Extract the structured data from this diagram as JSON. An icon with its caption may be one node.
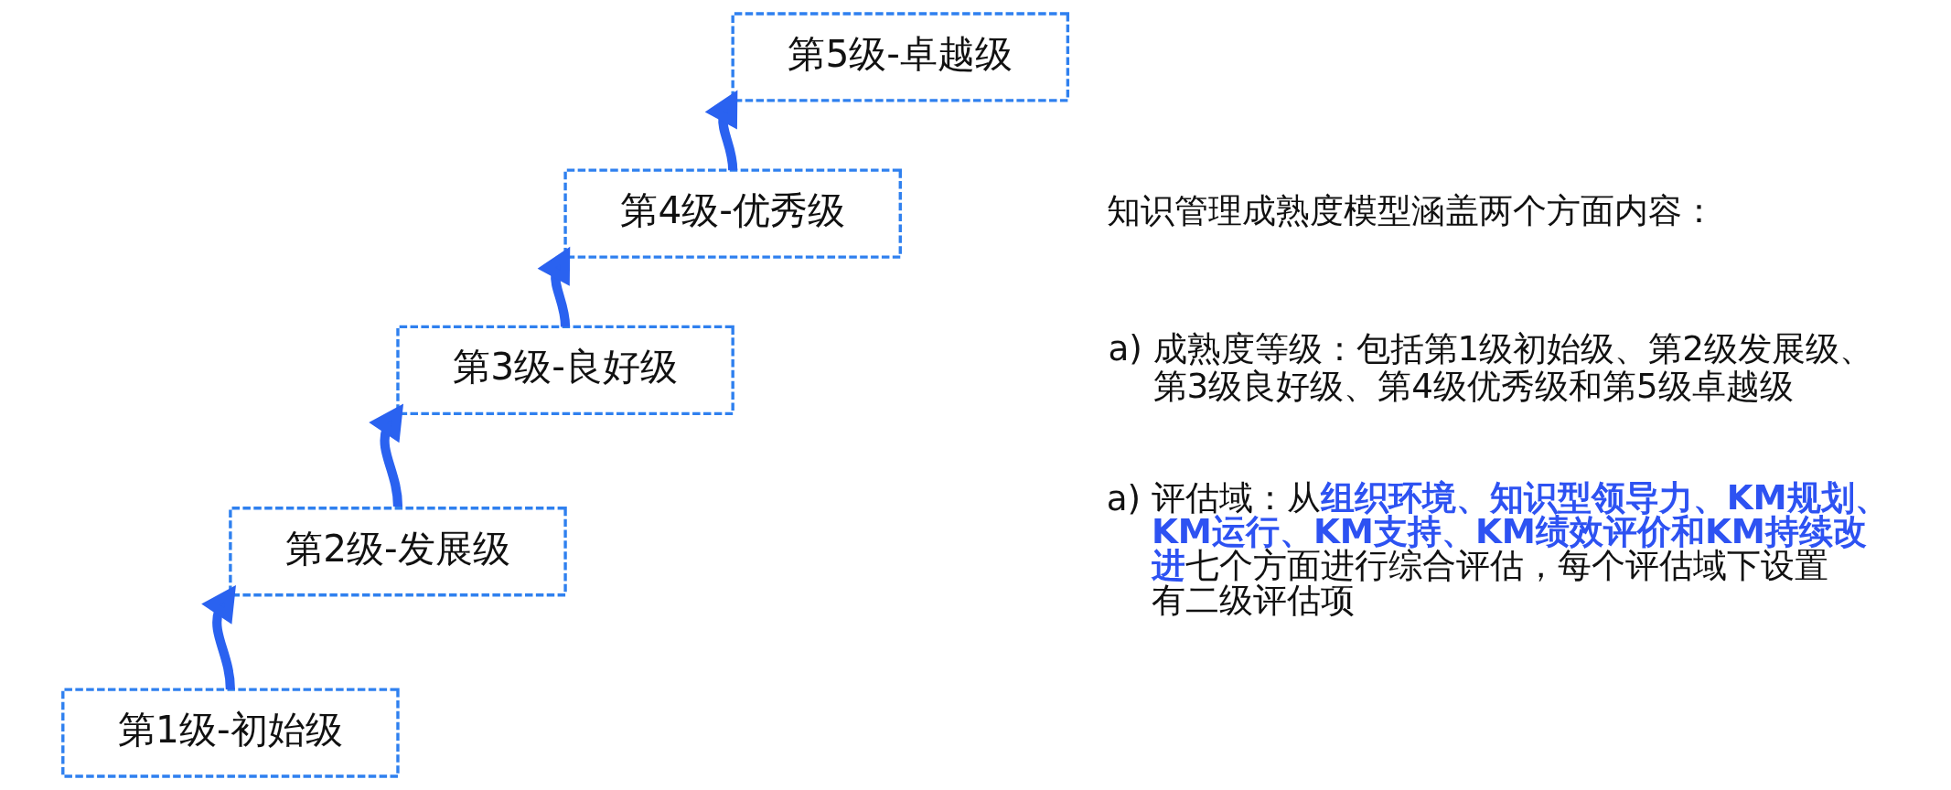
{
  "diagram": {
    "nodes": [
      {
        "text": [
          "第1级-初始级"
        ]
      },
      {
        "text": [
          "第2级-发展级"
        ]
      },
      {
        "text": [
          "第3级-良好级"
        ]
      },
      {
        "text": [
          "第4级-优秀级"
        ]
      },
      {
        "text": [
          "第5级-卓越级"
        ]
      }
    ],
    "edges": [
      {
        "from": 0,
        "to": 1,
        "arrow": "to"
      },
      {
        "from": 1,
        "to": 2,
        "arrow": "to"
      },
      {
        "from": 2,
        "to": 3,
        "arrow": "to"
      },
      {
        "from": 3,
        "to": 4,
        "arrow": "to"
      }
    ],
    "labels": [
      "知识管理成熟度模型涵盖两个方面内容：",
      "a) 成熟度等级：包括第1级初始级、第2级发展级、第3级良好级、第4级优秀级和第5级卓越级",
      "a) 评估域：从**组织环境、知识型领导力、KM规划、KM运行、KM支持、KM绩效评价和KM持续改进**七个方面进行综合评估，每个评估域下设置有二级评估项"
    ]
  }
}
